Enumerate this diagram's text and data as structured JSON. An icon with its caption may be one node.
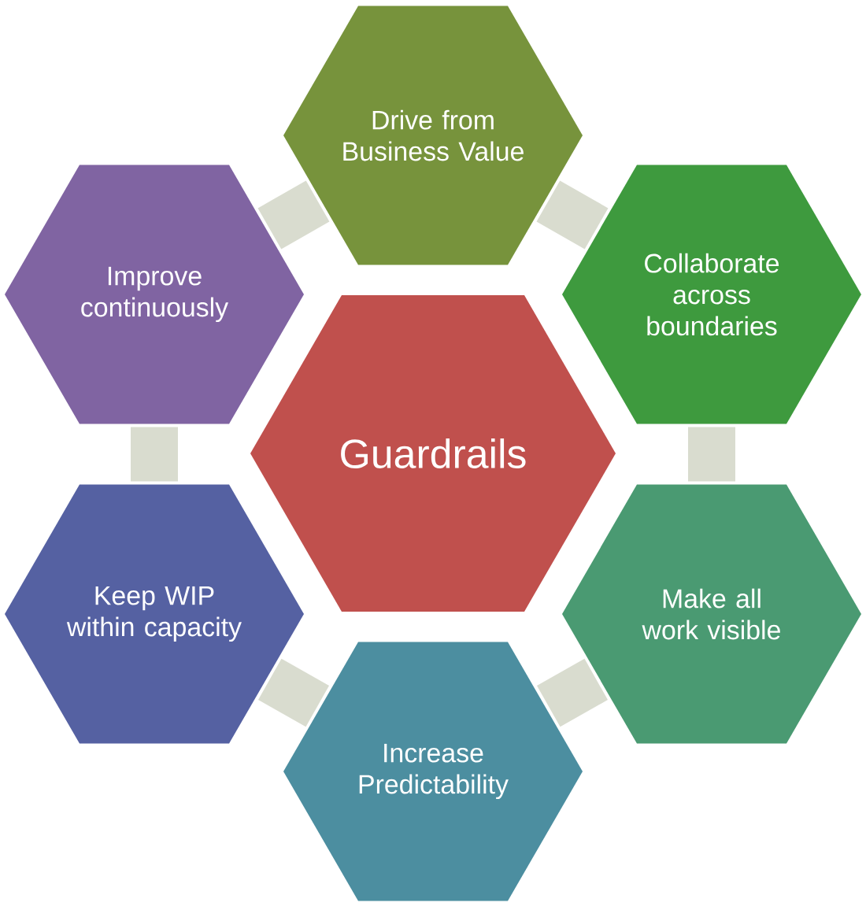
{
  "diagram": {
    "nodes": [
      {
        "text": [
          "Guardrails"
        ]
      },
      {
        "text": [
          "Drive from Business Value"
        ]
      },
      {
        "text": [
          "Collaborate across boundaries"
        ]
      },
      {
        "text": [
          "Make all work visible"
        ]
      },
      {
        "text": [
          "Increase Predictability"
        ]
      },
      {
        "text": [
          "Keep WIP within capacity"
        ]
      },
      {
        "text": [
          "Improve continuously"
        ]
      }
    ],
    "edges": [
      {
        "from": 1,
        "to": 2,
        "arrow": "none"
      },
      {
        "from": 2,
        "to": 3,
        "arrow": "none"
      },
      {
        "from": 3,
        "to": 4,
        "arrow": "none"
      },
      {
        "from": 4,
        "to": 5,
        "arrow": "none"
      },
      {
        "from": 5,
        "to": 6,
        "arrow": "none"
      },
      {
        "from": 6,
        "to": 1,
        "arrow": "none"
      }
    ]
  }
}
